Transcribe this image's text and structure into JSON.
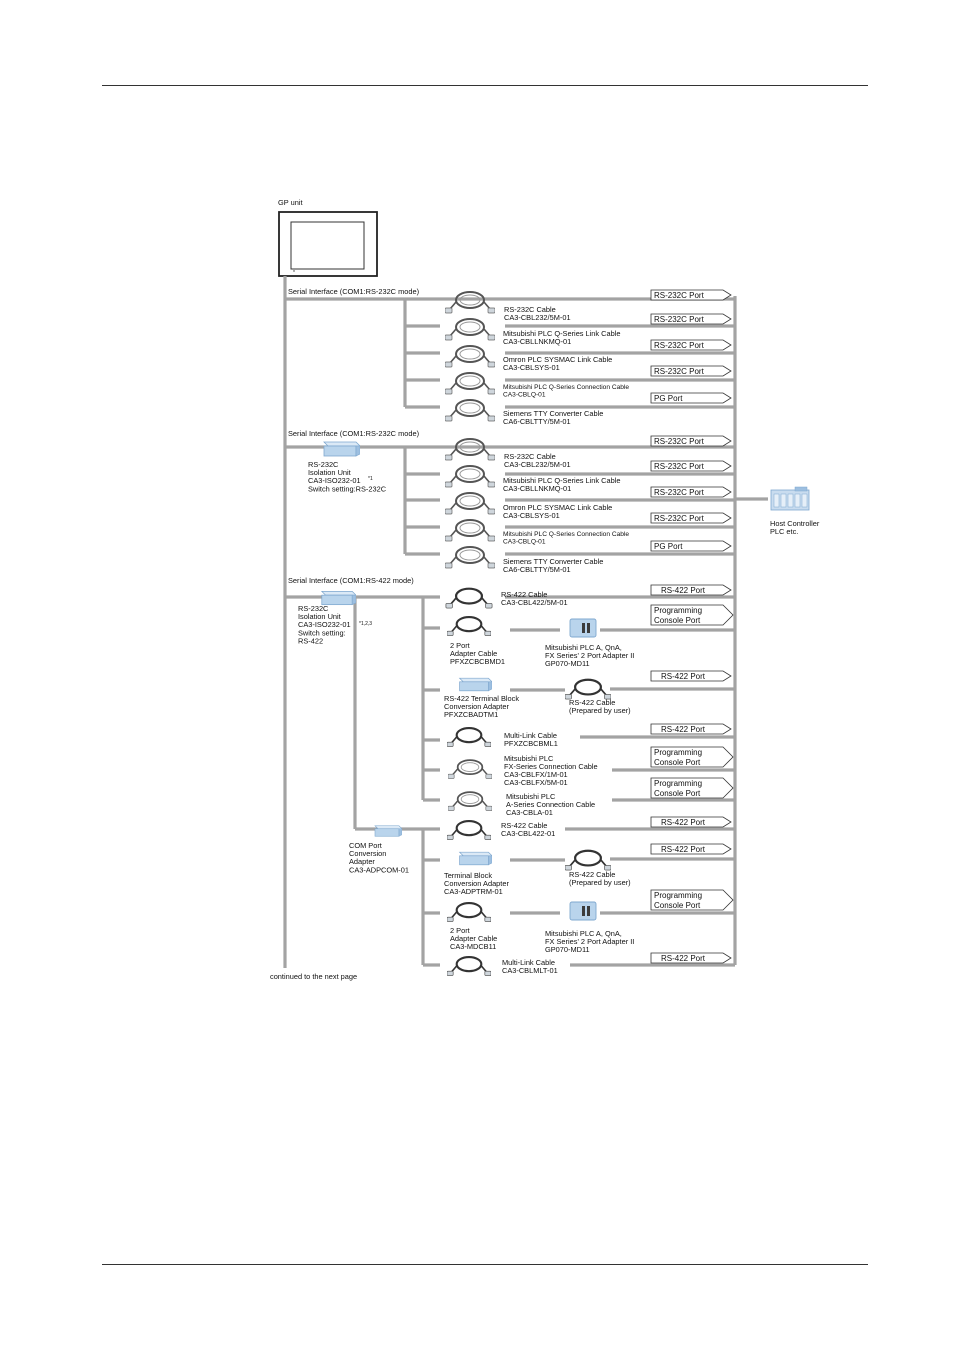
{
  "header": {},
  "gp_unit": {
    "label": "GP unit"
  },
  "sections": [
    {
      "id": "s1",
      "label": "Serial Interface (COM1:RS-232C mode)"
    },
    {
      "id": "s2",
      "label": "Serial Interface (COM1:RS-232C mode)"
    },
    {
      "id": "s3",
      "label": "Serial Interface (COM1:RS-422 mode)"
    }
  ],
  "devices": [
    {
      "id": "iso1",
      "lines": [
        "RS-232C",
        "Isolation Unit",
        "CA3-ISO232-01",
        "Switch setting:RS-232C"
      ],
      "note": "*1"
    },
    {
      "id": "iso2",
      "lines": [
        "RS-232C",
        "Isolation Unit",
        "CA3-ISO232-01",
        "Switch setting:",
        "RS-422"
      ],
      "note": "*1,2,3"
    },
    {
      "id": "comconv",
      "lines": [
        "COM Port",
        "Conversion",
        "Adapter",
        "CA3-ADPCOM-01"
      ]
    },
    {
      "id": "host",
      "lines": [
        "Host Controller",
        "PLC etc."
      ]
    }
  ],
  "cables": [
    {
      "lines": [
        "RS-232C Cable",
        "CA3-CBL232/5M-01"
      ]
    },
    {
      "lines": [
        "Mitsubishi PLC Q-Series Link Cable",
        "CA3-CBLLNKMQ-01"
      ]
    },
    {
      "lines": [
        "Omron PLC SYSMAC Link Cable",
        "CA3-CBLSYS-01"
      ]
    },
    {
      "lines": [
        "Mitsubishi PLC Q-Series Connection Cable",
        "CA3-CBLQ-01"
      ]
    },
    {
      "lines": [
        "Siemens TTY Converter Cable",
        "CA6-CBLTTY/5M-01"
      ]
    },
    {
      "lines": [
        "RS-232C Cable",
        "CA3-CBL232/5M-01"
      ]
    },
    {
      "lines": [
        "Mitsubishi PLC Q-Series Link Cable",
        "CA3-CBLLNKMQ-01"
      ]
    },
    {
      "lines": [
        "Omron PLC SYSMAC Link Cable",
        "CA3-CBLSYS-01"
      ]
    },
    {
      "lines": [
        "Mitsubishi PLC Q-Series Connection Cable",
        "CA3-CBLQ-01"
      ]
    },
    {
      "lines": [
        "Siemens TTY Converter Cable",
        "CA6-CBLTTY/5M-01"
      ]
    },
    {
      "lines": [
        "RS-422 Cable",
        "CA3-CBL422/5M-01"
      ]
    },
    {
      "lines": [
        "2 Port",
        "Adapter Cable",
        "PFXZCBCBMD1"
      ]
    },
    {
      "lines": [
        "Mitsubishi PLC A, QnA,",
        "FX Series' 2 Port Adapter II",
        "GP070-MD11"
      ]
    },
    {
      "lines": [
        "RS-422 Terminal Block",
        "Conversion Adapter",
        "PFXZCBADTM1"
      ]
    },
    {
      "lines": [
        "RS-422 Cable",
        "(Prepared by user)"
      ]
    },
    {
      "lines": [
        "Multi-Link Cable",
        "PFXZCBCBML1"
      ]
    },
    {
      "lines": [
        "Mitsubishi PLC",
        "FX-Series Connection Cable",
        "CA3-CBLFX/1M-01",
        "CA3-CBLFX/5M-01"
      ]
    },
    {
      "lines": [
        "Mitsubishi PLC",
        "A-Series Connection Cable",
        "CA3-CBLA-01"
      ]
    },
    {
      "lines": [
        "RS-422 Cable",
        "CA3-CBL422-01"
      ]
    },
    {
      "lines": [
        "Terminal Block",
        "Conversion Adapter",
        "CA3-ADPTRM-01"
      ]
    },
    {
      "lines": [
        "RS-422 Cable",
        "(Prepared by user)"
      ]
    },
    {
      "lines": [
        "2 Port",
        "Adapter Cable",
        "CA3-MDCB11"
      ]
    },
    {
      "lines": [
        "Mitsubishi PLC A, QnA,",
        "FX Series' 2 Port Adapter II",
        "GP070-MD11"
      ]
    },
    {
      "lines": [
        "Multi-Link Cable",
        "CA3-CBLMLT-01"
      ]
    }
  ],
  "ports": [
    {
      "lines": [
        "RS-232C Port"
      ]
    },
    {
      "lines": [
        "RS-232C Port"
      ]
    },
    {
      "lines": [
        "RS-232C Port"
      ]
    },
    {
      "lines": [
        "RS-232C Port"
      ]
    },
    {
      "lines": [
        "PG Port"
      ]
    },
    {
      "lines": [
        "RS-232C Port"
      ]
    },
    {
      "lines": [
        "RS-232C Port"
      ]
    },
    {
      "lines": [
        "RS-232C Port"
      ]
    },
    {
      "lines": [
        "RS-232C Port"
      ]
    },
    {
      "lines": [
        "PG Port"
      ]
    },
    {
      "lines": [
        "RS-422 Port"
      ]
    },
    {
      "lines": [
        "Programming",
        "Console Port"
      ]
    },
    {
      "lines": [
        "RS-422 Port"
      ]
    },
    {
      "lines": [
        "RS-422 Port"
      ]
    },
    {
      "lines": [
        "Programming",
        "Console Port"
      ]
    },
    {
      "lines": [
        "Programming",
        "Console Port"
      ]
    },
    {
      "lines": [
        "RS-422 Port"
      ]
    },
    {
      "lines": [
        "RS-422 Port"
      ]
    },
    {
      "lines": [
        "Programming",
        "Console Port"
      ]
    },
    {
      "lines": [
        "RS-422 Port"
      ]
    }
  ],
  "footer": {
    "continued": "continued to the next page"
  },
  "colors": {
    "wire": "#a3a3a3",
    "device": "#b9d4ec",
    "device_dark": "#7fa8cf",
    "cable_dark": "#444444"
  }
}
